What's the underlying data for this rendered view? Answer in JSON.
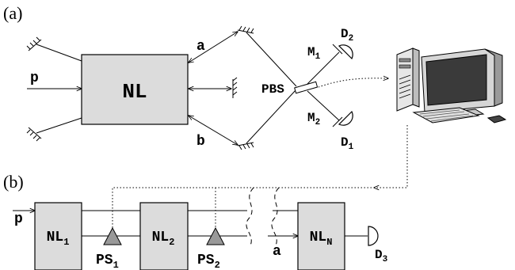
{
  "panel_a": {
    "label": "(a)",
    "nl_box": "NL",
    "pump": "p",
    "arm_a": "a",
    "arm_b": "b",
    "pbs": "PBS",
    "m1": "M",
    "m1_sub": "1",
    "m2": "M",
    "m2_sub": "2",
    "d1": "D",
    "d1_sub": "1",
    "d2": "D",
    "d2_sub": "2"
  },
  "panel_b": {
    "label": "(b)",
    "pump": "p",
    "nl1": "NL",
    "nl1_sub": "1",
    "nl2": "NL",
    "nl2_sub": "2",
    "nln": "NL",
    "nln_sub": "N",
    "ps1": "PS",
    "ps1_sub": "1",
    "ps2": "PS",
    "ps2_sub": "2",
    "arm_a": "a",
    "d3": "D",
    "d3_sub": "3"
  },
  "colors": {
    "box_fill": "#dcdcdc",
    "line": "#000000"
  }
}
